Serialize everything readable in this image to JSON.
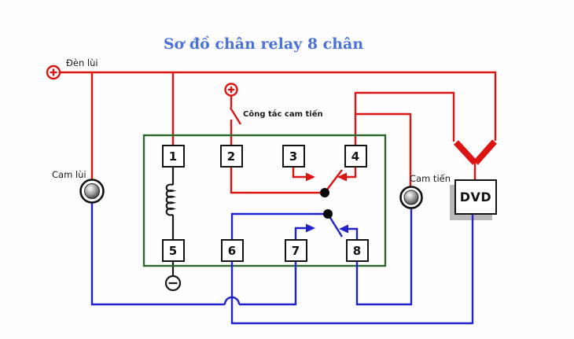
{
  "title": "Sơ đồ chân relay 8 chân",
  "labels": {
    "reverse_light": "Đèn lùi",
    "forward_cam_switch": "Công tắc cam tiến",
    "reverse_camera": "Cam lùi",
    "forward_camera": "Cam tiến",
    "dvd": "DVD"
  },
  "relay": {
    "pins": [
      "1",
      "2",
      "3",
      "4",
      "5",
      "6",
      "7",
      "8"
    ]
  },
  "icons": {
    "plus_terminal": "⊕",
    "minus_terminal": "⊖",
    "camera_ball": "round camera lens",
    "video_plug": "crossed RCA plug pair",
    "coil": "relay coil spring",
    "contact_arrows": "switch contact arrows"
  },
  "colors": {
    "wire_red": "#dc1412",
    "wire_blue": "#2222cc",
    "relay_border": "#2d672d",
    "title_blue": "#4a72d8",
    "line_black": "#1a1a1a",
    "shadow_gray": "#b9b9b9",
    "background": "#fefefe"
  }
}
